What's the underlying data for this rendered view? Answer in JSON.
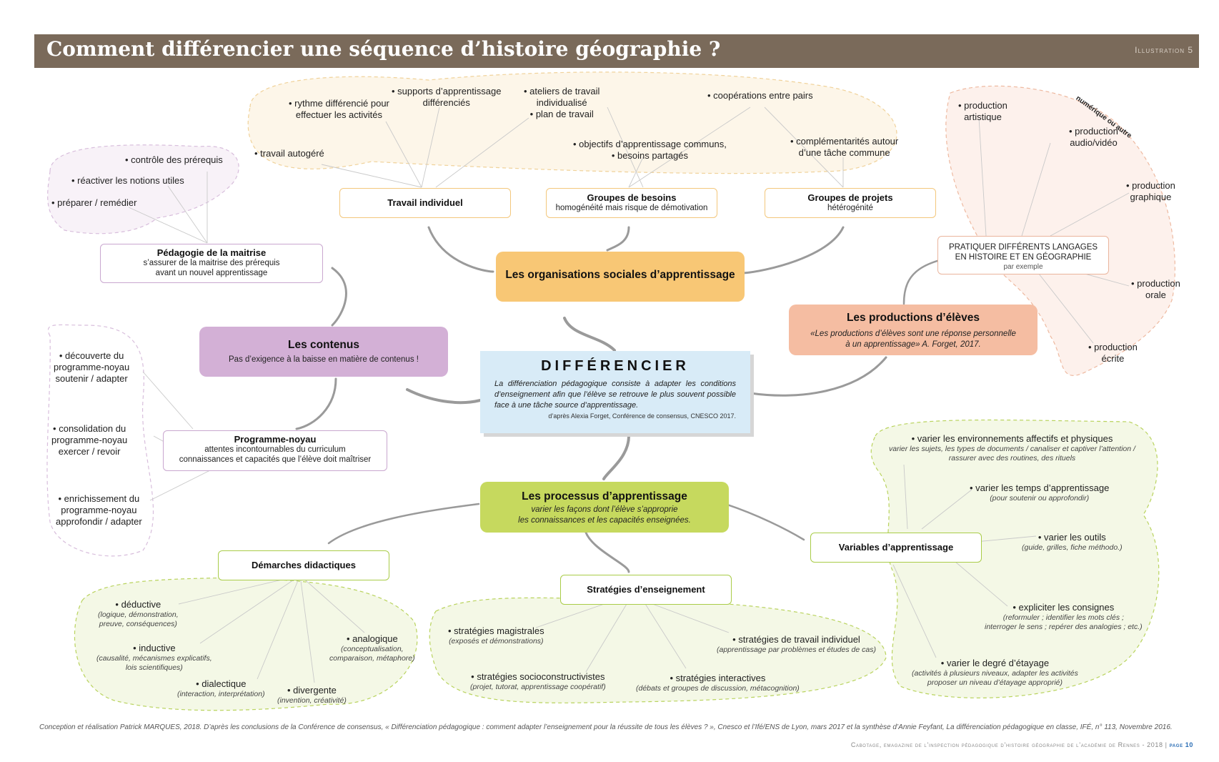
{
  "header": {
    "title": "Comment différencier une séquence d’histoire géographie ?",
    "illustration": "Illustration 5"
  },
  "center": {
    "title": "DIFFÉRENCIER",
    "definition": "La différenciation pédagogique consiste à adapter les conditions d’enseignement afin que l’élève se retrouve le plus souvent possible face à une tâche source d’apprentissage.",
    "source": "d’après Alexia Forget, Conférence de consensus, CNESCO 2017."
  },
  "organisations": {
    "title": "Les organisations sociales d’apprentissage",
    "travail_individuel": {
      "title": "Travail individuel"
    },
    "groupes_besoins": {
      "title": "Groupes de besoins",
      "sub": "homogénéité mais risque de démotivation"
    },
    "groupes_projets": {
      "title": "Groupes de projets",
      "sub": "hétérogénité"
    },
    "items": [
      "• supports d’apprentissage\ndifférenciés",
      "• rythme différencié pour\neffectuer les activités",
      "• travail autogéré",
      "• ateliers de travail\nindividualisé\n• plan de travail",
      "• coopérations entre pairs",
      "• objectifs d’apprentissage communs,\n• besoins partagés",
      "• complémentarités autour\nd’une tâche commune"
    ]
  },
  "contenus": {
    "title": "Les contenus",
    "sub": "Pas d’exigence à la baisse en matière de contenus !",
    "pedagogie": {
      "title": "Pédagogie de la maitrise",
      "sub": "s’assurer de la maitrise des prérequis\navant un nouvel apprentissage"
    },
    "pedagogie_items": [
      "• contrôle des prérequis",
      "• réactiver les notions utiles",
      "• préparer / remédier"
    ],
    "noyau": {
      "title": "Programme-noyau",
      "sub": "attentes incontournables du curriculum\nconnaissances et capacités que l’élève doit maîtriser"
    },
    "noyau_items": [
      "• découverte du\nprogramme-noyau\nsoutenir / adapter",
      "• consolidation du\nprogramme-noyau\nexercer / revoir",
      "• enrichissement du\nprogramme-noyau\napprofondir / adapter"
    ]
  },
  "productions": {
    "title": "Les productions d’élèves",
    "quote": "«Les productions d’élèves sont une réponse personnelle\nà un apprentissage» A. Forget, 2017.",
    "langages": {
      "title": "PRATIQUER DIFFÉRENTS LANGAGES\nEN HISTOIRE ET EN GÉOGRAPHIE",
      "sub": "par exemple"
    },
    "numerique": "numérique ou autre",
    "items": [
      "• production\nartistique",
      "• production\naudio/vidéo",
      "• production\ngraphique",
      "• production\norale",
      "• production\nécrite"
    ]
  },
  "processus": {
    "title": "Les processus d’apprentissage",
    "sub": "varier les façons dont l’élève s’approprie\nles connaissances et les capacités enseignées.",
    "demarches": {
      "title": "Démarches didactiques",
      "items": [
        {
          "label": "• déductive",
          "sub": "(logique, démonstration,\npreuve, conséquences)"
        },
        {
          "label": "• inductive",
          "sub": "(causalité, mécanismes explicatifs,\nlois scientifiques)"
        },
        {
          "label": "• dialectique",
          "sub": "(interaction, interprétation)"
        },
        {
          "label": "• divergente",
          "sub": "(invention, créativité)"
        },
        {
          "label": "• analogique",
          "sub": "(conceptualisation,\ncomparaison, métaphore)"
        }
      ]
    },
    "strategies": {
      "title": "Stratégies d’enseignement",
      "items": [
        {
          "label": "• stratégies magistrales",
          "sub": "(exposés et démonstrations)"
        },
        {
          "label": "• stratégies de travail individuel",
          "sub": "(apprentissage par problèmes et études de cas)"
        },
        {
          "label": "• stratégies socioconstructivistes",
          "sub": "(projet, tutorat, apprentissage coopératif)"
        },
        {
          "label": "• stratégies interactives",
          "sub": "(débats et groupes de discussion, métacognition)"
        }
      ]
    },
    "variables": {
      "title": "Variables d’apprentissage",
      "items": [
        {
          "label": "• varier les environnements affectifs et physiques",
          "sub": "varier les sujets, les types de documents / canaliser et captiver l’attention /\nrassurer avec des routines, des rituels"
        },
        {
          "label": "• varier les temps d’apprentissage",
          "sub": "(pour soutenir ou approfondir)"
        },
        {
          "label": "• varier les outils",
          "sub": "(guide, grilles, fiche méthodo.)"
        },
        {
          "label": "• expliciter les consignes",
          "sub": "(reformuler ; identifier les mots clés ;\ninterroger le sens ; repérer des analogies ; etc.)"
        },
        {
          "label": "• varier le degré d’étayage",
          "sub": "(activités à plusieurs niveaux, adapter les activités\nproposer un niveau d’étayage approprié)"
        }
      ]
    }
  },
  "footnote": "Conception et réalisation Patrick MARQUES, 2018. D’après les conclusions de la Conférence de consensus, « Différenciation pédagogique : comment adapter l’enseignement pour la réussite de tous les élèves ? », Cnesco et l’Ifé/ENS de Lyon, mars 2017 et la synthèse d’Annie Feyfant, La différenciation pédagogique en classe, IFÉ, n° 113, Novembre 2016.",
  "footer": {
    "text": "Cabotage, emagazine de l’inspection pédagogique d’histoire géographie de l’académie de Rennes - 2018 |",
    "page": "page 10"
  },
  "colors": {
    "header": "#7a6a5a",
    "orange": "#f8c775",
    "purple": "#d3b0d6",
    "salmon": "#f5bda2",
    "green": "#c6d95e",
    "center": "#d8ebf7"
  }
}
